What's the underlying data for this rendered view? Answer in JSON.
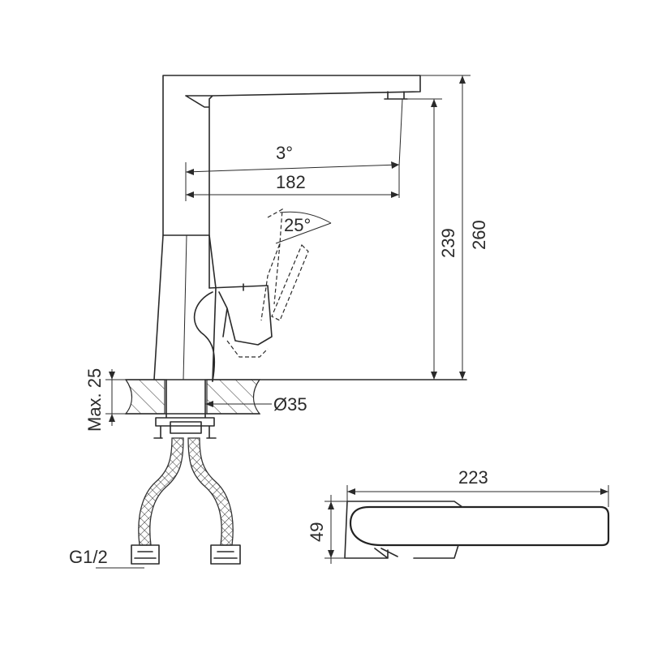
{
  "dimensions": {
    "spout_angle": "3°",
    "reach": "182",
    "lever_angle": "25°",
    "height_to_outlet": "239",
    "total_height": "260",
    "max_deck_thickness": "Max. 25",
    "hole_diameter": "Ø35",
    "thread": "G1/2",
    "top_view_length": "223",
    "top_view_width": "49"
  }
}
